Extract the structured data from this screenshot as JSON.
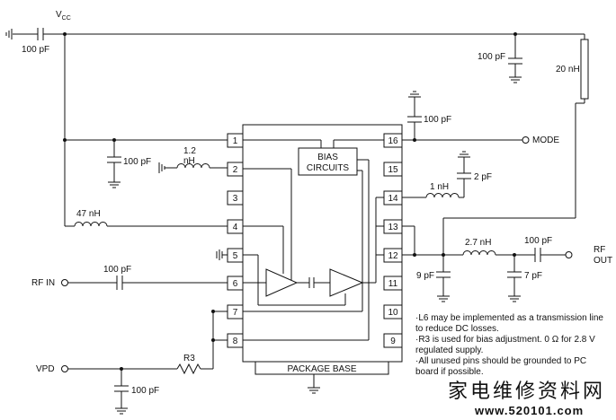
{
  "supply": {
    "vcc_main": "V",
    "vcc_sub": "CC"
  },
  "capacitors": {
    "c_vcc_in": "100 pF",
    "c_rail": "100 pF",
    "c_pin1": "100 pF",
    "c_pin16": "100 pF",
    "c_pin14": "2 pF",
    "c_out_shunt1": "9 pF",
    "c_out_series": "100 pF",
    "c_out_shunt2": "7 pF",
    "c_rfin": "100 pF",
    "c_vpd": "100 pF"
  },
  "inductors": {
    "l_rail": "20 nH",
    "l_pin2_value": "1.2",
    "l_pin2_unit": "nH",
    "l_pin4": "47 nH",
    "l_pin14": "1 nH",
    "l_out": "2.7 nH"
  },
  "resistors": {
    "r3": "R3"
  },
  "ports": {
    "mode": "MODE",
    "rf_in": "RF IN",
    "rf_out_1": "RF",
    "rf_out_2": "OUT",
    "vpd": "VPD"
  },
  "ic": {
    "bias_line1": "BIAS",
    "bias_line2": "CIRCUITS",
    "package_base": "PACKAGE BASE",
    "pins_left": [
      "1",
      "2",
      "3",
      "4",
      "5",
      "6",
      "7",
      "8"
    ],
    "pins_right": [
      "16",
      "15",
      "14",
      "13",
      "12",
      "11",
      "10",
      "9"
    ]
  },
  "notes": [
    "·L6 may be implemented as a transmission line to reduce DC losses.",
    "·R3 is used for bias adjustment.  0 Ω for 2.8 V regulated supply.",
    "·All unused pins should be grounded to PC board if possible."
  ],
  "watermark": {
    "line1": "家电维修资料网",
    "line2": "www.520101.com"
  }
}
